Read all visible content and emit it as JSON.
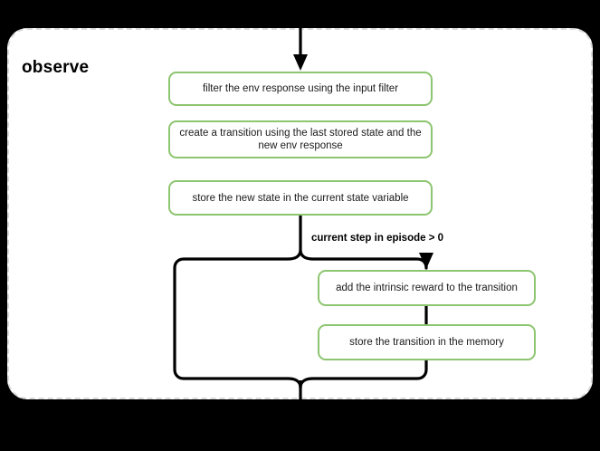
{
  "canvas": {
    "background_color": "#000000",
    "panel_background": "#ffffff",
    "panel_border_color": "#dadada",
    "node_border_color": "#8dc570",
    "edge_color": "#000000"
  },
  "panel": {
    "title": "observe"
  },
  "nodes": [
    {
      "id": "filter",
      "label": "filter the env response using the input filter"
    },
    {
      "id": "create",
      "label": "create a transition using the last stored state and the new env response"
    },
    {
      "id": "store",
      "label": "store the new state in the current state variable"
    },
    {
      "id": "intrinsic",
      "label": "add the intrinsic reward to the transition"
    },
    {
      "id": "memory",
      "label": "store the transition in the memory"
    }
  ],
  "edges": {
    "condition_label": "current step in episode > 0"
  }
}
